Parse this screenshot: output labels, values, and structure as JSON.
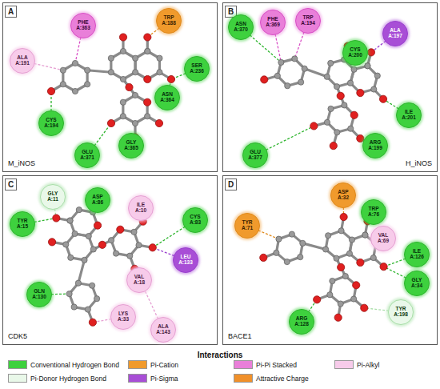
{
  "diagram": {
    "nodes": [
      {
        "text": [
          "A",
          "M_iNOS"
        ]
      },
      {
        "text": [
          "PHE A:363"
        ],
        "in": 0
      },
      {
        "text": [
          "TRP A:188"
        ],
        "in": 0
      },
      {
        "text": [
          "ALA A:191"
        ],
        "in": 0
      },
      {
        "text": [
          "SER A:236"
        ],
        "in": 0
      },
      {
        "text": [
          "ASN A:364"
        ],
        "in": 0
      },
      {
        "text": [
          "CYS A:194"
        ],
        "in": 0
      },
      {
        "text": [
          "GLY A:365"
        ],
        "in": 0
      },
      {
        "text": [
          "GLU A:371"
        ],
        "in": 0
      },
      {
        "text": [
          "B",
          "H_iNOS"
        ]
      },
      {
        "text": [
          "ASN A:370"
        ],
        "in": 9
      },
      {
        "text": [
          "PHE A:369"
        ],
        "in": 9
      },
      {
        "text": [
          "TRP A:194"
        ],
        "in": 9
      },
      {
        "text": [
          "ALA A:197"
        ],
        "in": 9
      },
      {
        "text": [
          "CYS A:200"
        ],
        "in": 9
      },
      {
        "text": [
          "ILE A:201"
        ],
        "in": 9
      },
      {
        "text": [
          "ARG A:199"
        ],
        "in": 9
      },
      {
        "text": [
          "GLU A:377"
        ],
        "in": 9
      },
      {
        "text": [
          "C",
          "CDK5"
        ]
      },
      {
        "text": [
          "GLY A:11"
        ],
        "in": 18
      },
      {
        "text": [
          "ASP A:86"
        ],
        "in": 18
      },
      {
        "text": [
          "ILE A:10"
        ],
        "in": 18
      },
      {
        "text": [
          "TYR A:15"
        ],
        "in": 18
      },
      {
        "text": [
          "CYS A:83"
        ],
        "in": 18
      },
      {
        "text": [
          "LEU A:133"
        ],
        "in": 18
      },
      {
        "text": [
          "VAL A:18"
        ],
        "in": 18
      },
      {
        "text": [
          "GLN A:130"
        ],
        "in": 18
      },
      {
        "text": [
          "LYS A:33"
        ],
        "in": 18
      },
      {
        "text": [
          "ALA A:143"
        ],
        "in": 18
      },
      {
        "text": [
          "D",
          "BACE1"
        ]
      },
      {
        "text": [
          "ASP A:32"
        ],
        "in": 29
      },
      {
        "text": [
          "TRP A:76"
        ],
        "in": 29
      },
      {
        "text": [
          "TYR A:71"
        ],
        "in": 29
      },
      {
        "text": [
          "VAL A:69"
        ],
        "in": 29
      },
      {
        "text": [
          "ILE A:126"
        ],
        "in": 29
      },
      {
        "text": [
          "GLY A:34"
        ],
        "in": 29
      },
      {
        "text": [
          "TYR A:198"
        ],
        "in": 29
      },
      {
        "text": [
          "ARG A:128"
        ],
        "in": 29
      }
    ],
    "labels": [
      "Interactions"
    ],
    "legend": [
      {
        "text": "Conventional Hydrogen Bond",
        "color": "#3ed13e"
      },
      {
        "text": "Pi-Cation",
        "color": "#f09a2c"
      },
      {
        "text": "Pi-Pi Stacked",
        "color": "#e97fd9"
      },
      {
        "text": "Pi-Alkyl",
        "color": "#f7cbea"
      },
      {
        "text": "Pi-Donor Hydrogen Bond",
        "color": "#e9f8e9"
      },
      {
        "text": "Pi-Sigma",
        "color": "#a84ed6"
      },
      {
        "text": "Attractive Charge",
        "color": "#f0902a"
      }
    ]
  }
}
